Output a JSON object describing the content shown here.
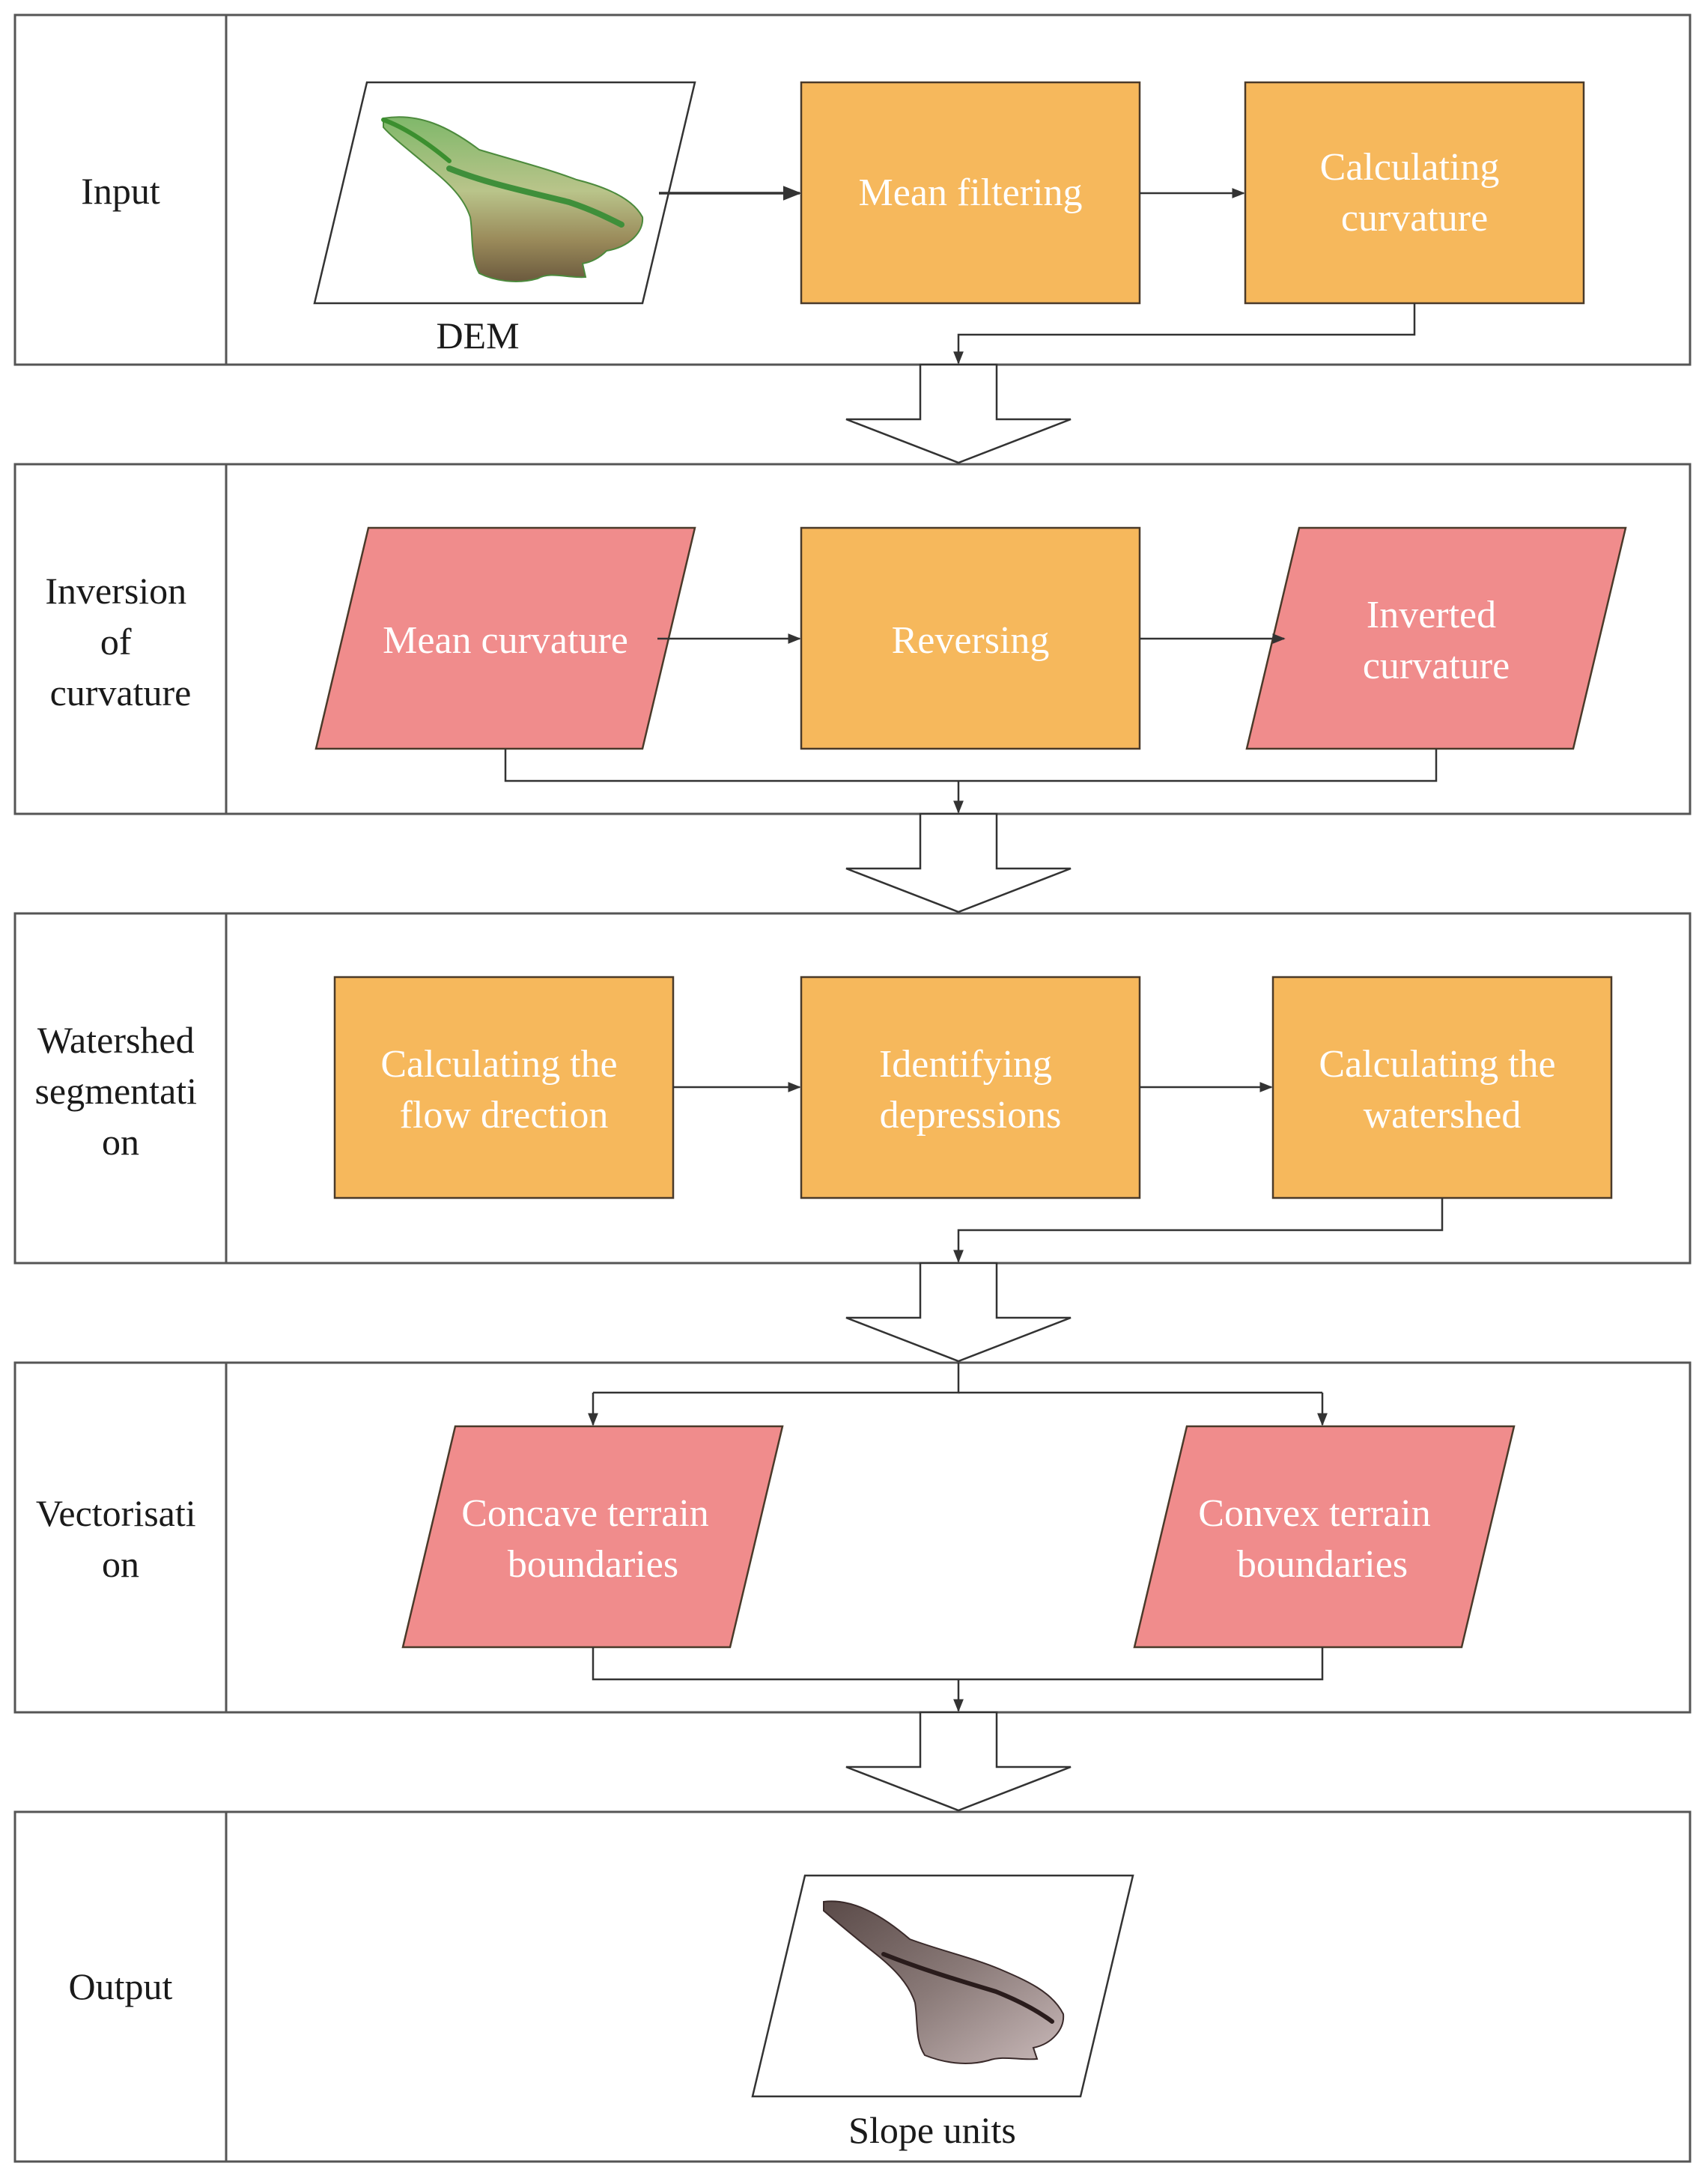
{
  "colors": {
    "process_fill": "#F6B85C",
    "process_stroke": "#4a3a2a",
    "data_fill": "#F08C8C",
    "data_stroke": "#4a3a2a",
    "frame_stroke": "#555555",
    "arrow_stroke": "#333333"
  },
  "stages": [
    {
      "id": "input",
      "label": [
        "Input"
      ]
    },
    {
      "id": "inversion",
      "label": [
        "Inversion",
        "of",
        "curvature"
      ]
    },
    {
      "id": "watershed",
      "label": [
        "Watershed",
        "segmentati",
        "on"
      ]
    },
    {
      "id": "vectorisation",
      "label": [
        "Vectorisati",
        "on"
      ]
    },
    {
      "id": "output",
      "label": [
        "Output"
      ]
    }
  ],
  "nodes": {
    "dem": {
      "shape": "data-image",
      "caption": "DEM",
      "image": "dem-terrain-map"
    },
    "mean_filtering": {
      "shape": "process",
      "lines": [
        "Mean filtering"
      ]
    },
    "calc_curvature": {
      "shape": "process",
      "lines": [
        "Calculating",
        "curvature"
      ]
    },
    "mean_curvature": {
      "shape": "data",
      "lines": [
        "Mean curvature"
      ]
    },
    "reversing": {
      "shape": "process",
      "lines": [
        "Reversing"
      ]
    },
    "inverted_curvature": {
      "shape": "data",
      "lines": [
        "Inverted",
        "curvature"
      ]
    },
    "flow_direction": {
      "shape": "process",
      "lines": [
        "Calculating the",
        "flow drection"
      ]
    },
    "depressions": {
      "shape": "process",
      "lines": [
        "Identifying",
        "depressions"
      ]
    },
    "calc_watershed": {
      "shape": "process",
      "lines": [
        "Calculating the",
        "watershed"
      ]
    },
    "concave": {
      "shape": "data",
      "lines": [
        "Concave terrain",
        "boundaries"
      ]
    },
    "convex": {
      "shape": "data",
      "lines": [
        "Convex terrain",
        "boundaries"
      ]
    },
    "slope_units": {
      "shape": "data-image",
      "caption": "Slope units",
      "image": "slope-units-map"
    }
  }
}
